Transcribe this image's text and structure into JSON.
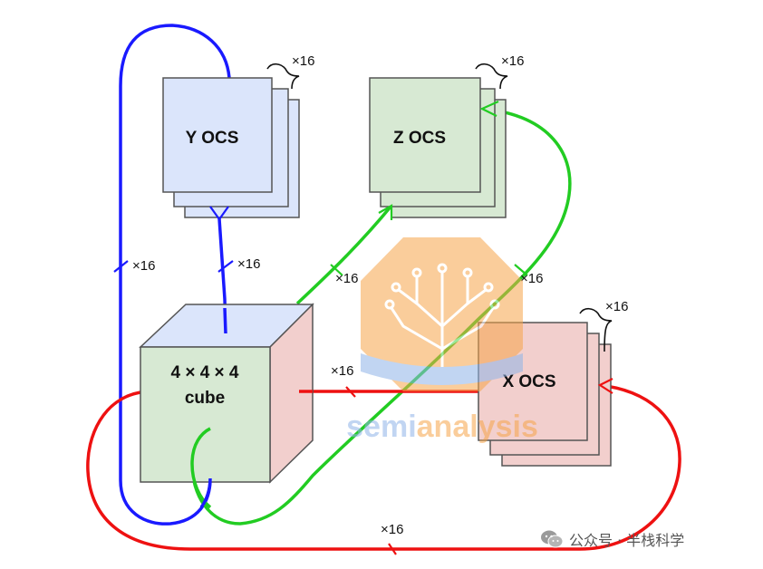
{
  "nodes": {
    "y_ocs": {
      "label": "Y OCS",
      "count": "×16"
    },
    "z_ocs": {
      "label": "Z OCS",
      "count": "×16"
    },
    "x_ocs": {
      "label": "X OCS",
      "count": "×16"
    },
    "cube": {
      "line1": "4 × 4 × 4",
      "line2": "cube"
    }
  },
  "links": {
    "y_outer": "×16",
    "y_inner": "×16",
    "z_inner": "×16",
    "z_outer": "×16",
    "x_inner": "×16",
    "x_bottom": "×16"
  },
  "watermark": {
    "brand_prefix": "semi",
    "brand_suffix": "analysis"
  },
  "footer": {
    "wechat_caption": "公众号 · 半栈科学"
  },
  "colors": {
    "y_blue": "#1a1aff",
    "z_green": "#22cc22",
    "x_red": "#ee1111",
    "blue_fill": "#dbe5fb",
    "green_fill": "#d7e9d3",
    "red_fill": "#f2cfcd",
    "stroke": "#555555",
    "watermark_orange": "#f6a54a",
    "watermark_blue": "#8fb4e8"
  }
}
